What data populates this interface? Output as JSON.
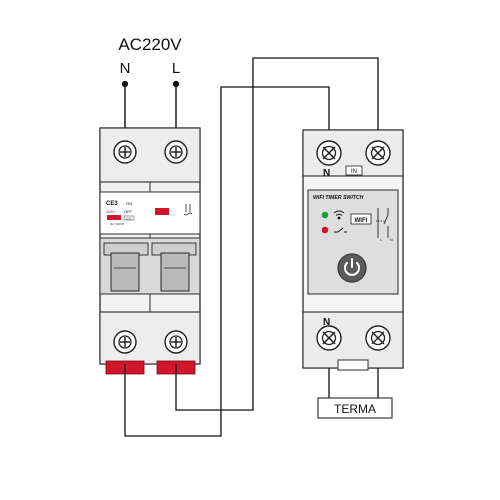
{
  "supply": {
    "voltage": "AC220V",
    "neutral": "N",
    "live": "L"
  },
  "breaker": {
    "brand": "CE3",
    "on": "ON",
    "off": "OFF",
    "rating": "C32",
    "std": "IEC 60898",
    "spec": "400V~",
    "colors": {
      "body": "#e6e6e6",
      "stroke": "#2b2b2b",
      "accent": "#d0172c"
    }
  },
  "switch": {
    "title": "WIFI TIMER SWITCH",
    "wifi_label": "WIFI",
    "in_label": "IN",
    "top_terminal_n": "N",
    "bottom_terminal_n": "N",
    "contact_l": "L",
    "contact_n": "N",
    "led_status_color": "#1f9d3a",
    "led_timer_color": "#d0172c",
    "button_color": "#5a5a5a"
  },
  "load": {
    "label": "TERMA"
  }
}
